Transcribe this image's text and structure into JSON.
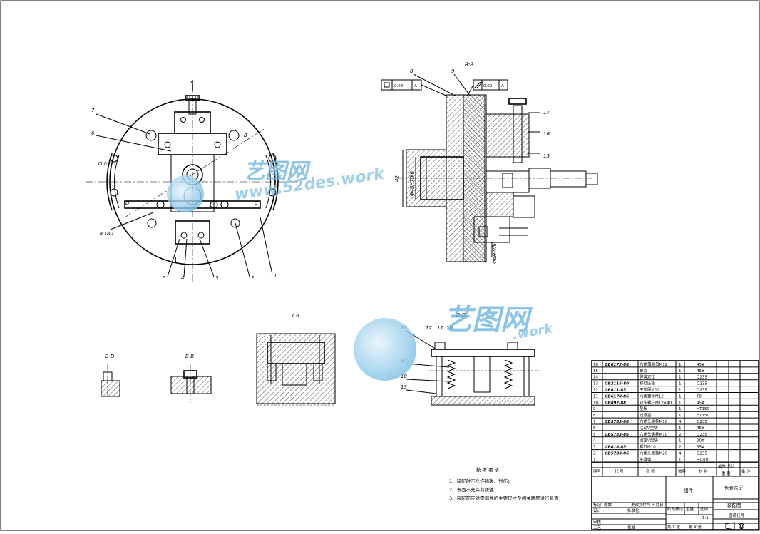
{
  "views": {
    "section_aa": "A-A",
    "section_cc": "C-C",
    "section_dd": "D-D",
    "section_bb": "B-B",
    "section_dd_right": "D-D"
  },
  "top_view": {
    "marker_a": "A",
    "dim_phi": "Φ180",
    "leader_labels": [
      "1",
      "2",
      "3",
      "4",
      "5",
      "6",
      "7"
    ],
    "left_labels": "Ω δ",
    "letter_d": "D",
    "letter_c": "C",
    "letter_b_mid": "B"
  },
  "aa_view": {
    "tolerance_left": {
      "value": "0.02",
      "datum": "A"
    },
    "tolerance_right": {
      "value": "0.02",
      "datum": "A"
    },
    "leader_8": "8",
    "leader_9": "9",
    "leader_17": "17",
    "leader_16": "16",
    "leader_15": "15",
    "dim_left": "42",
    "dim_bore": "Φ48H7/k6",
    "dim_pin": "Φ6H7/f6"
  },
  "dd_right": {
    "labels": [
      "13",
      "12",
      "11",
      "10",
      "14",
      "18",
      "13"
    ]
  },
  "watermark": {
    "brand": "艺图网",
    "url": "www.52des.work",
    "url2": ".work"
  },
  "tech_requirements": {
    "title": "技 术 要 求",
    "items": [
      "1、装配时不允许磕碰、划伤；",
      "2、表面不允许有锈蚀；",
      "3、装配前应对零部件的主要尺寸及相关精度进行复查；"
    ]
  },
  "bom": [
    {
      "no": "16",
      "code": "GB6172-86",
      "name": "六角薄螺母M12",
      "qty": "1",
      "material": "45#"
    },
    {
      "no": "15",
      "code": "",
      "name": "螺套",
      "qty": "1",
      "material": "45#"
    },
    {
      "no": "14",
      "code": "",
      "name": "弹簧定位",
      "qty": "1",
      "material": "Q235"
    },
    {
      "no": "13",
      "code": "GB2115-80",
      "name": "移动压板",
      "qty": "1",
      "material": "Q235"
    },
    {
      "no": "12",
      "code": "GB811-85",
      "name": "平垫圈M12",
      "qty": "1",
      "material": "Q235"
    },
    {
      "no": "11",
      "code": "GB6170-86",
      "name": "六角螺母M12",
      "qty": "1",
      "material": "T8"
    },
    {
      "no": "10",
      "code": "GB897-88",
      "name": "双头螺柱M12×40",
      "qty": "1",
      "material": "45#"
    },
    {
      "no": "9",
      "code": "",
      "name": "垫板",
      "qty": "1",
      "material": "HT150"
    },
    {
      "no": "8",
      "code": "",
      "name": "过渡盘",
      "qty": "1",
      "material": "HT150"
    },
    {
      "no": "7",
      "code": "GB5783-86",
      "name": "六角头螺栓M16",
      "qty": "4",
      "material": "Q235"
    },
    {
      "no": "6",
      "code": "",
      "name": "活动V型块",
      "qty": "1",
      "material": "45#"
    },
    {
      "no": "5",
      "code": "GB5783-86",
      "name": "六角头螺栓M10",
      "qty": "2",
      "material": "Q235"
    },
    {
      "no": "4",
      "code": "",
      "name": "固定V型块",
      "qty": "1",
      "material": "20#"
    },
    {
      "no": "3",
      "code": "GB818-85",
      "name": "螺钉M10",
      "qty": "2",
      "material": "35#"
    },
    {
      "no": "2",
      "code": "GB5783-86",
      "name": "六角头螺栓M20",
      "qty": "4",
      "material": "Q235"
    },
    {
      "no": "1",
      "code": "",
      "name": "夹具体",
      "qty": "1",
      "material": "HT200"
    }
  ],
  "bom_header": {
    "no": "序号",
    "code": "代 号",
    "name": "名 称",
    "qty": "数量",
    "material": "材 料",
    "weight": "单件 总计",
    "weight2": "重 量",
    "remark": "备 注"
  },
  "title_block": {
    "school": "长春大学",
    "drawing_name": "装配图",
    "assembly": "组件",
    "stage": "阶段标记",
    "weight": "重量",
    "scale": "比例",
    "scale_value": "1:1",
    "drawing_code": "图纸代号",
    "sheet_total": "共 X 张",
    "sheet_no": "第 X 张",
    "mark": "标记",
    "zone": "处数",
    "change": "更改文件号",
    "sign": "签名",
    "date": "年月日",
    "design": "设计",
    "standard": "标准化",
    "review": "审核",
    "craft": "工艺",
    "approve": "批准"
  }
}
